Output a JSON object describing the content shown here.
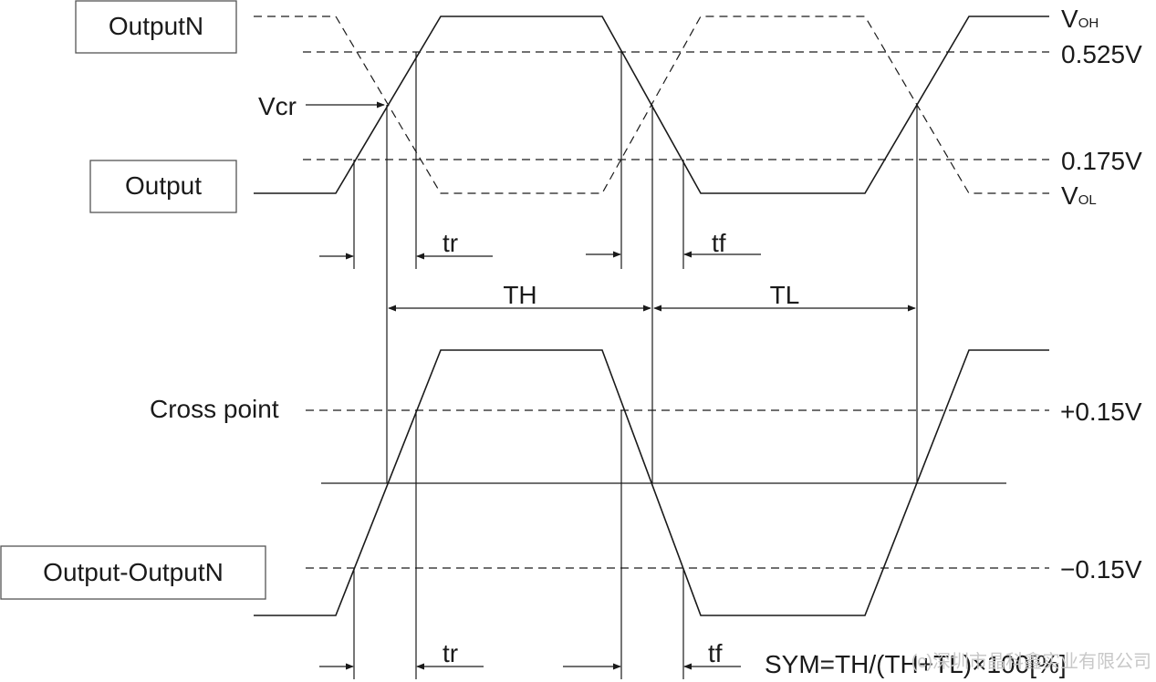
{
  "signals": {
    "output_n": "OutputN",
    "output": "Output",
    "differential": "Output-OutputN"
  },
  "levels": {
    "voh_main": "V",
    "voh_sub": "OH",
    "v_0525": "0.525V",
    "v_0175": "0.175V",
    "vol_main": "V",
    "vol_sub": "OL",
    "plus_015": "+0.15V",
    "minus_015": "−0.15V"
  },
  "annotations": {
    "vcr": "Vcr",
    "cross_point": "Cross point",
    "tr_top": "tr",
    "tf_top": "tf",
    "th": "TH",
    "tl": "TL",
    "tr_bottom": "tr",
    "tf_bottom": "tf"
  },
  "formula": "SYM=TH/(TH+TL)×100[%]",
  "watermark": "(c)深圳市晶科鑫实业有限公司",
  "colors": {
    "ink": "#1a1a1a",
    "box_border": "#555555",
    "watermark": "#c8c8c8"
  }
}
